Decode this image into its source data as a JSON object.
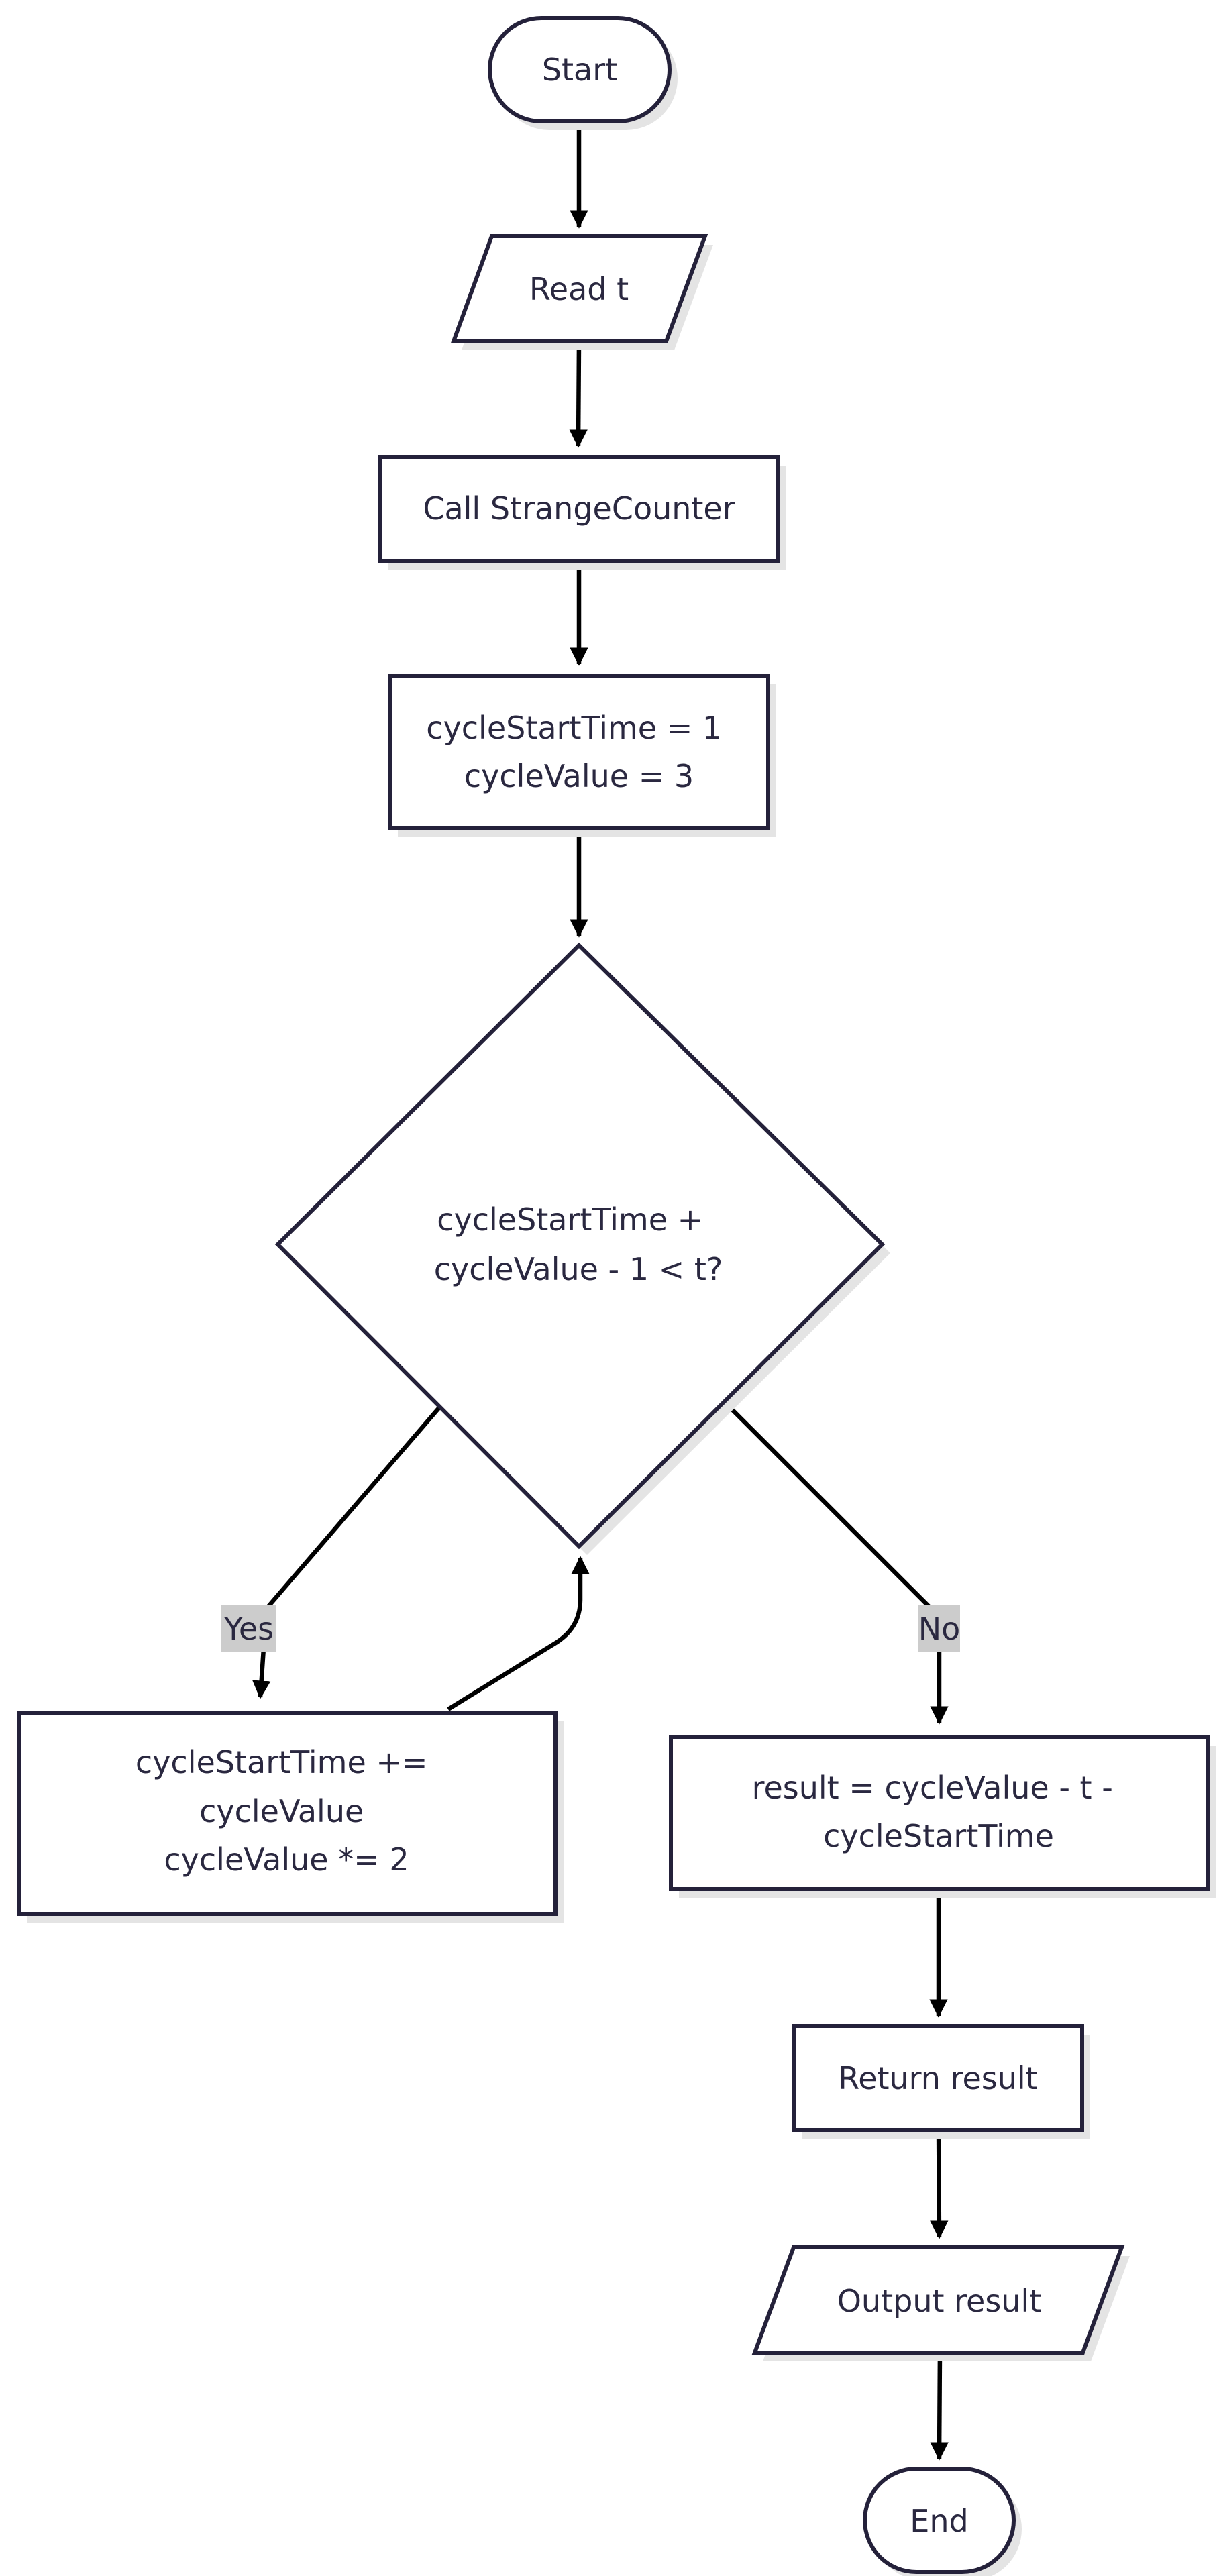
{
  "colors": {
    "stroke": "#24213a",
    "text": "#2a2840",
    "shadow": "#e4e4e4",
    "edge_label_bg": "#cccccc",
    "arrow": "#000000",
    "background": "#ffffff"
  },
  "nodes": {
    "start": "Start",
    "read_t": "Read t",
    "call": "Call StrangeCounter",
    "init": [
      "cycleStartTime = 1",
      "cycleValue = 3"
    ],
    "decision": [
      "cycleStartTime +",
      "cycleValue - 1 < t?"
    ],
    "update": [
      "cycleStartTime +=",
      "cycleValue",
      "cycleValue *= 2"
    ],
    "result_calc": [
      "result = cycleValue - t -",
      "cycleStartTime"
    ],
    "return": "Return result",
    "output": "Output result",
    "end": "End"
  },
  "edges": {
    "yes": "Yes",
    "no": "No"
  }
}
